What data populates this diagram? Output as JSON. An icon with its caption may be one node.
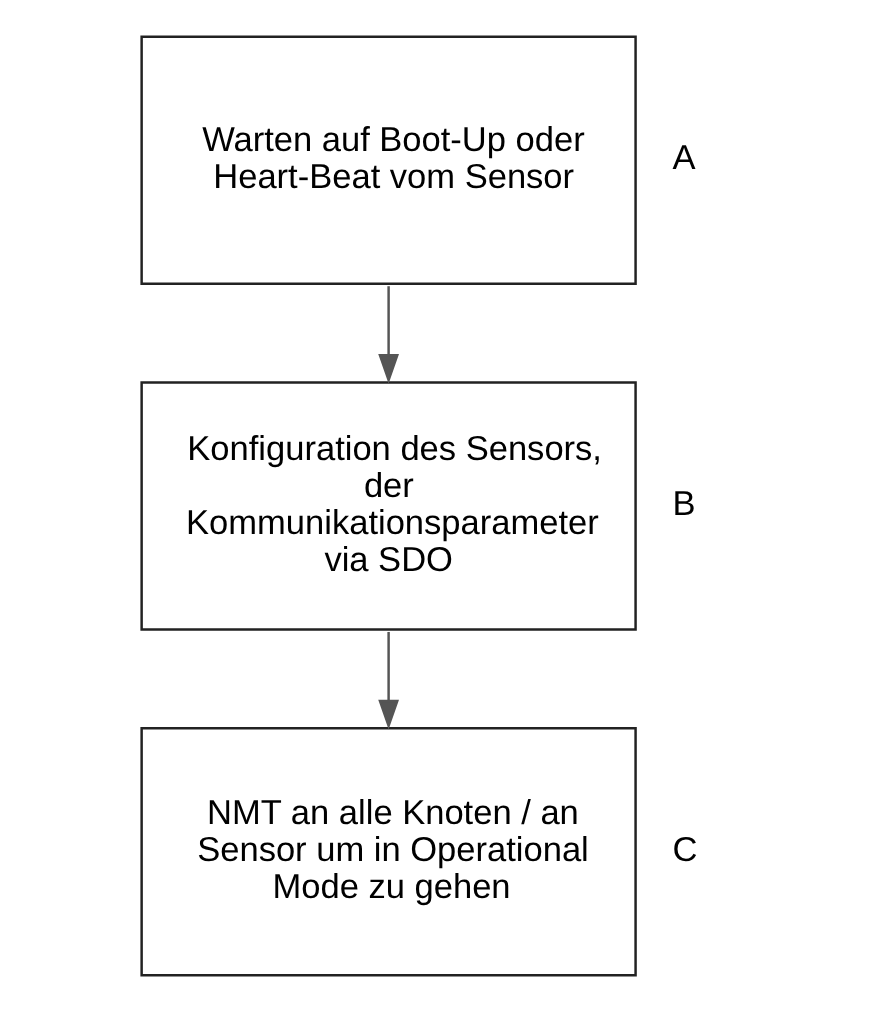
{
  "diagram": {
    "nodes": [
      {
        "text": [
          "Warten auf Boot-Up oder Heart-Beat vom Sensor"
        ],
        "beside": [
          "A"
        ]
      },
      {
        "text": [
          "Konfiguration des Sensors, der Kommunikationsparameter via SDO"
        ],
        "beside": [
          "B"
        ]
      },
      {
        "text": [
          "NMT an alle Knoten / an Sensor um in Operational Mode zu gehen"
        ],
        "beside": [
          "C"
        ]
      }
    ],
    "edges": [
      {
        "from": 0,
        "to": 1,
        "arrow": "to"
      },
      {
        "from": 1,
        "to": 2,
        "arrow": "to"
      }
    ]
  }
}
